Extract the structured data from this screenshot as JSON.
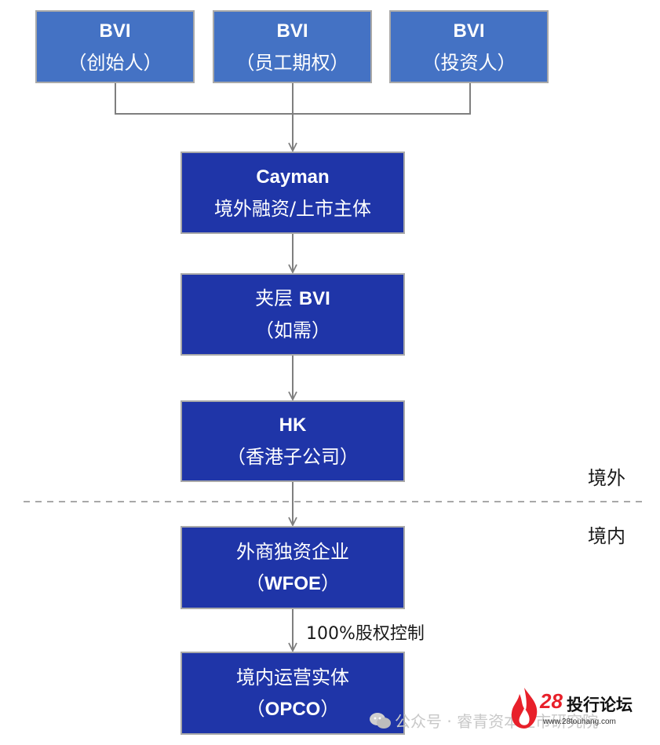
{
  "top_boxes": [
    {
      "line1": "BVI",
      "line2": "（创始人）"
    },
    {
      "line1": "BVI",
      "line2": "（员工期权）"
    },
    {
      "line1": "BVI",
      "line2": "（投资人）"
    }
  ],
  "chain": [
    {
      "line1": "Cayman",
      "line2": "境外融资/上市主体"
    },
    {
      "line1a": "夹层 ",
      "line1b": "BVI",
      "line2": "（如需）"
    },
    {
      "line1": "HK",
      "line2": "（香港子公司）"
    },
    {
      "line1": "外商独资企业",
      "line2a": "（",
      "line2b": "WFOE",
      "line2c": "）"
    },
    {
      "line1": "境内运营实体",
      "line2a": "（",
      "line2b": "OPCO",
      "line2c": "）"
    }
  ],
  "labels": {
    "offshore": "境外",
    "onshore": "境内",
    "control": "100%股权控制"
  },
  "watermark": {
    "text": "公众号 · 睿青资本上市研究院",
    "logo_num": "28",
    "logo_name": "投行论坛",
    "logo_url": "www.28touhang.com"
  },
  "colors": {
    "light_box": "#4472c4",
    "dark_box": "#1f35a8",
    "border": "#a9a9a9",
    "logo_red": "#e8202a"
  }
}
